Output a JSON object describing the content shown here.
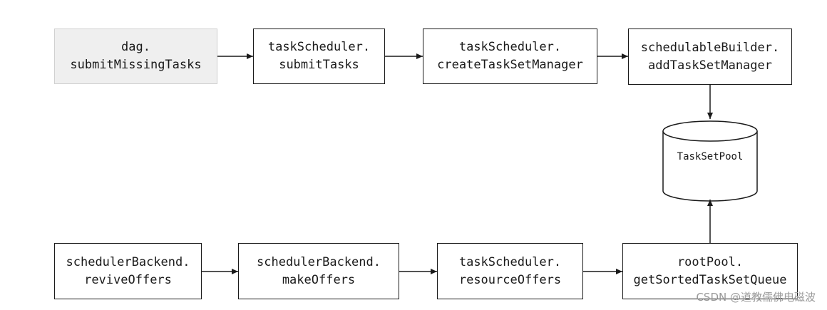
{
  "nodes": {
    "dag_submit_missing_tasks": {
      "line1": "dag.",
      "line2": "submitMissingTasks"
    },
    "task_scheduler_submit_tasks": {
      "line1": "taskScheduler.",
      "line2": "submitTasks"
    },
    "task_scheduler_create_tsm": {
      "line1": "taskScheduler.",
      "line2": "createTaskSetManager"
    },
    "schedulable_builder_add_tsm": {
      "line1": "schedulableBuilder.",
      "line2": "addTaskSetManager"
    },
    "task_set_pool": {
      "label": "TaskSetPool"
    },
    "scheduler_backend_revive_offers": {
      "line1": "schedulerBackend.",
      "line2": "reviveOffers"
    },
    "scheduler_backend_make_offers": {
      "line1": "schedulerBackend.",
      "line2": "makeOffers"
    },
    "task_scheduler_resource_offers": {
      "line1": "taskScheduler.",
      "line2": "resourceOffers"
    },
    "root_pool_get_sorted_queue": {
      "line1": "rootPool.",
      "line2": "getSortedTaskSetQueue"
    }
  },
  "watermark": "CSDN @道教儒佛电磁波"
}
